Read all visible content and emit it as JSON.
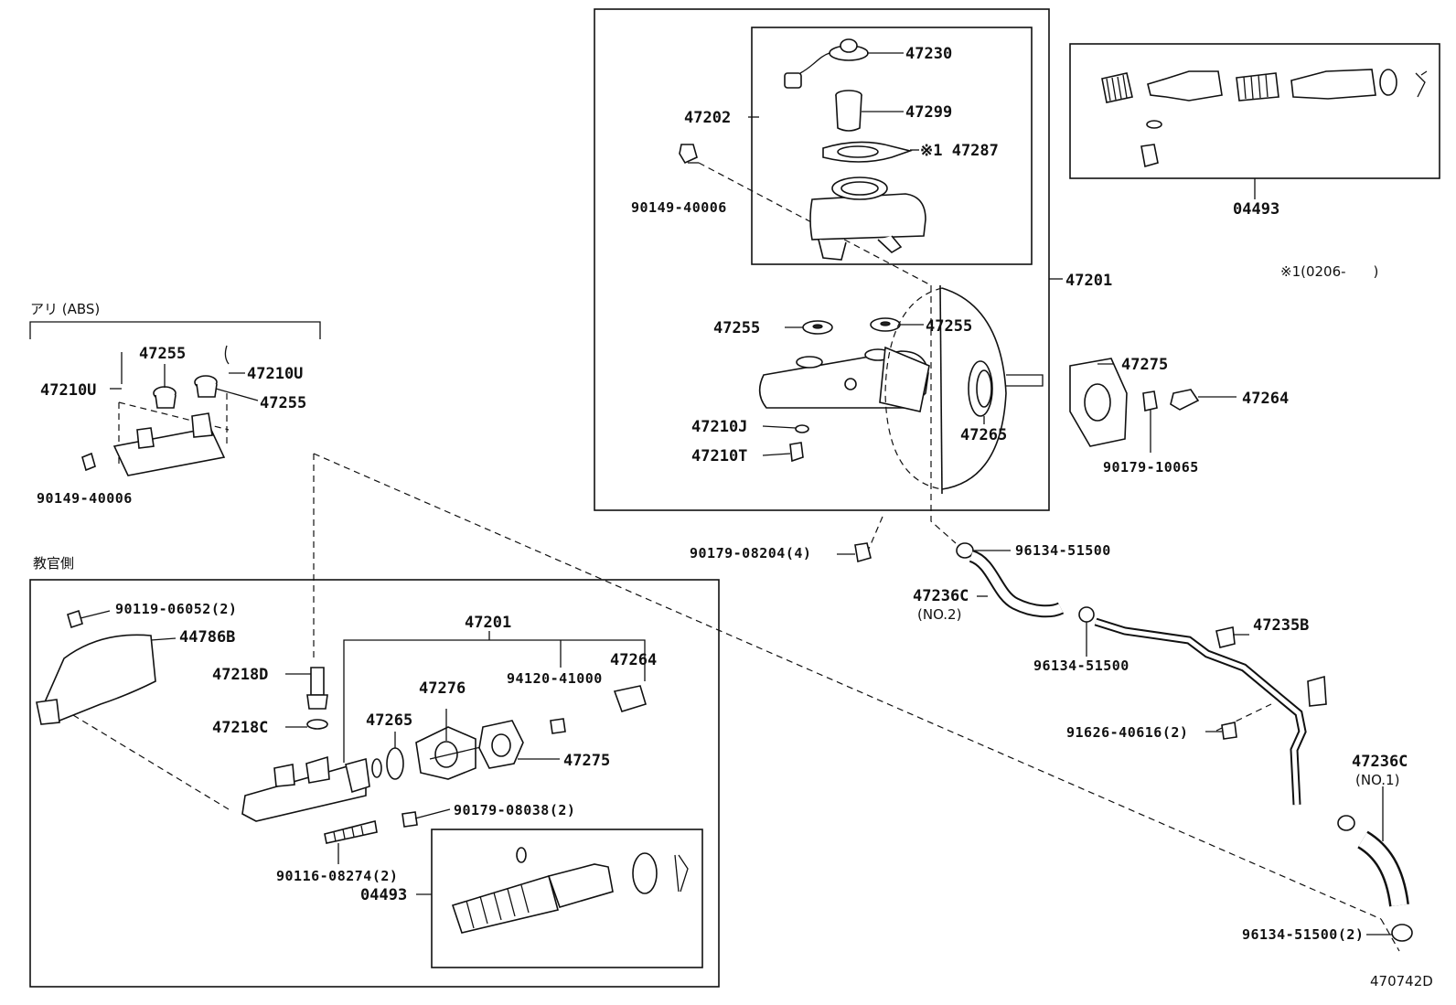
{
  "colors": {
    "line": "#111111",
    "background": "#ffffff"
  },
  "diagram_id": "470742D",
  "note_star": "※1(0206-　　)",
  "sections": {
    "abs": {
      "title": "アリ (ABS)"
    },
    "instructor": {
      "title": "教官側"
    }
  },
  "labels": {
    "p47230": "47230",
    "p47299": "47299",
    "p47287": "※1 47287",
    "p47202": "47202",
    "p90149_top": "90149-40006",
    "p47201_top": "47201",
    "p47255_a": "47255",
    "p47255_b": "47255",
    "p47210J": "47210J",
    "p47210T": "47210T",
    "p47265_top": "47265",
    "p47275_top": "47275",
    "p47264_top": "47264",
    "p90179_10065": "90179-10065",
    "p04493_top": "04493",
    "p90179_08204": "90179-08204(4)",
    "p96134_a": "96134-51500",
    "p47236C_2": "47236C",
    "p47236C_2_sub": "(NO.2)",
    "p96134_b": "96134-51500",
    "p47235B": "47235B",
    "p91626": "91626-40616(2)",
    "p47236C_1": "47236C",
    "p47236C_1_sub": "(NO.1)",
    "p96134_c": "96134-51500(2)",
    "abs_47255_a": "47255",
    "abs_47210U_a": "47210U",
    "abs_47210U_b": "47210U",
    "abs_47255_b": "47255",
    "abs_90149": "90149-40006",
    "i_90119": "90119-06052(2)",
    "i_44786B": "44786B",
    "i_47201": "47201",
    "i_47218D": "47218D",
    "i_47218C": "47218C",
    "i_47276": "47276",
    "i_94120": "94120-41000",
    "i_47264": "47264",
    "i_47265": "47265",
    "i_47275": "47275",
    "i_90179_08038": "90179-08038(2)",
    "i_90116": "90116-08274(2)",
    "i_04493": "04493"
  }
}
